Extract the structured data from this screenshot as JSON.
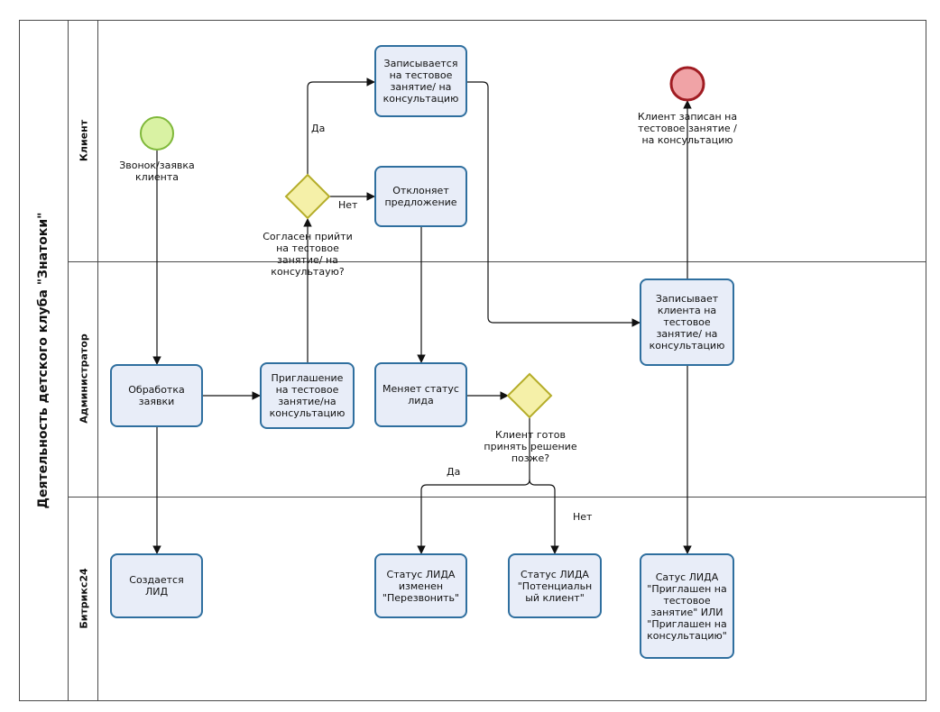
{
  "pool": {
    "title": "Деятельность детского клуба \"Знатоки\""
  },
  "lanes": {
    "client": "Клиент",
    "admin": "Администратор",
    "bitrix": "Битрикс24"
  },
  "events": {
    "start": "Звонок/заявка\nклиента",
    "end": "Клиент записан на\nтестовое занятие /\nна консультацию",
    "start_color": "#d9f2a3",
    "end_color": "#f0a3a6"
  },
  "tasks": {
    "signs_up": "Записывается\nна тестовое\nзанятие/ на\nконсультацию",
    "declines": "Отклоняет\nпредложение",
    "process_request": "Обработка\nзаявки",
    "invitation": "Приглашение\nна тестовое\nзанятие/на\nконсультацию",
    "change_status": "Меняет статус\nлида",
    "admin_signs_up": "Записывает\nклиента на\nтестовое\nзанятие/ на\nконсультацию",
    "lead_created": "Создается\nЛИД",
    "status_call_back": "Статус ЛИДА\nизменен\n\"Перезвонить\"",
    "status_potential": "Статус ЛИДА\n\"Потенциальн\nый клиент\"",
    "status_invited": "Сатус ЛИДА\n\"Приглашен на\nтестовое\nзанятие\" ИЛИ\n\"Приглашен на\nконсультацию\""
  },
  "gateways": {
    "agree": "Согласен прийти\nна тестовое\nзанятие/ на\nконсультаую?",
    "ready_later": "Клиент готов\nпринять решение\nпозже?"
  },
  "flow_labels": {
    "yes_top": "Да",
    "no_top": "Нет",
    "yes_bottom": "Да",
    "no_bottom": "Нет"
  },
  "colors": {
    "task_fill": "#e8edf8",
    "task_border": "#2f6f9f",
    "gateway_fill": "#f5f0a8",
    "gateway_border": "#b5ad2a"
  }
}
